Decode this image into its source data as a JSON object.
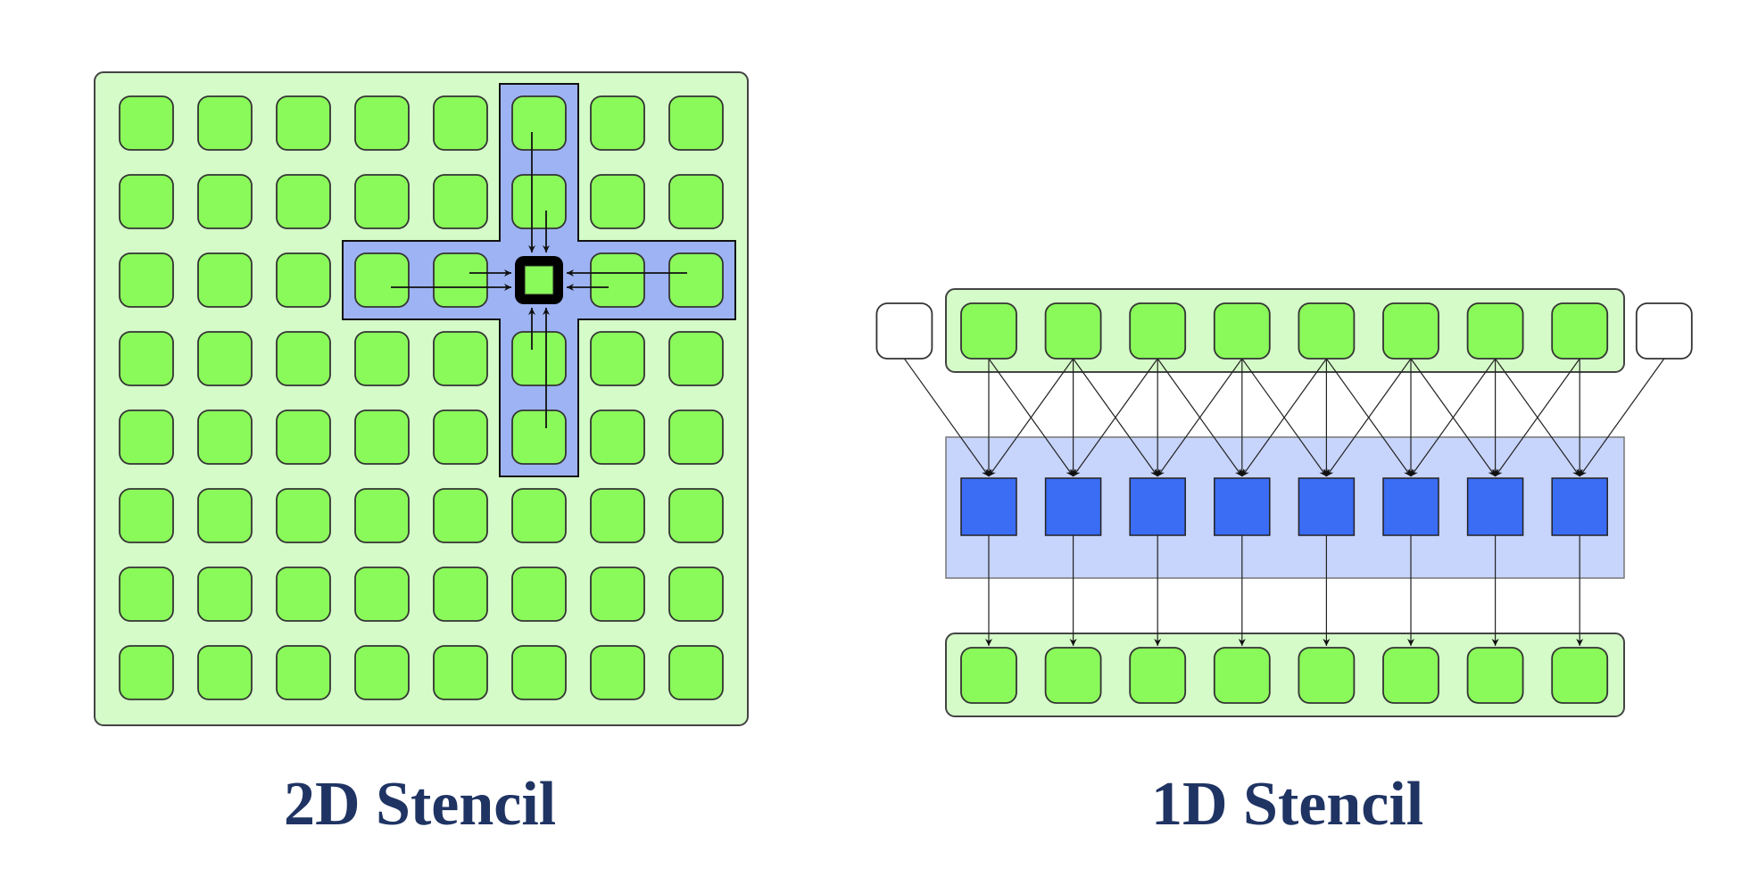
{
  "captions": {
    "stencil_2d": "2D Stencil",
    "stencil_1d": "1D Stencil"
  },
  "colors": {
    "panel_fill": "#d5fbc9",
    "cell_fill": "#8af95a",
    "stencil_fill": "#9db3f3",
    "band_fill": "#c7d4fb",
    "compute_fill": "#3b6cf4",
    "target_border": "#000000",
    "caption_color": "#1f3463"
  },
  "stencil_2d": {
    "grid_rows": 8,
    "grid_cols": 8,
    "center_cell": {
      "row": 2,
      "col": 5
    },
    "radius": 2
  },
  "stencil_1d": {
    "cells": 8,
    "halo_cells": 2,
    "radius": 1
  }
}
